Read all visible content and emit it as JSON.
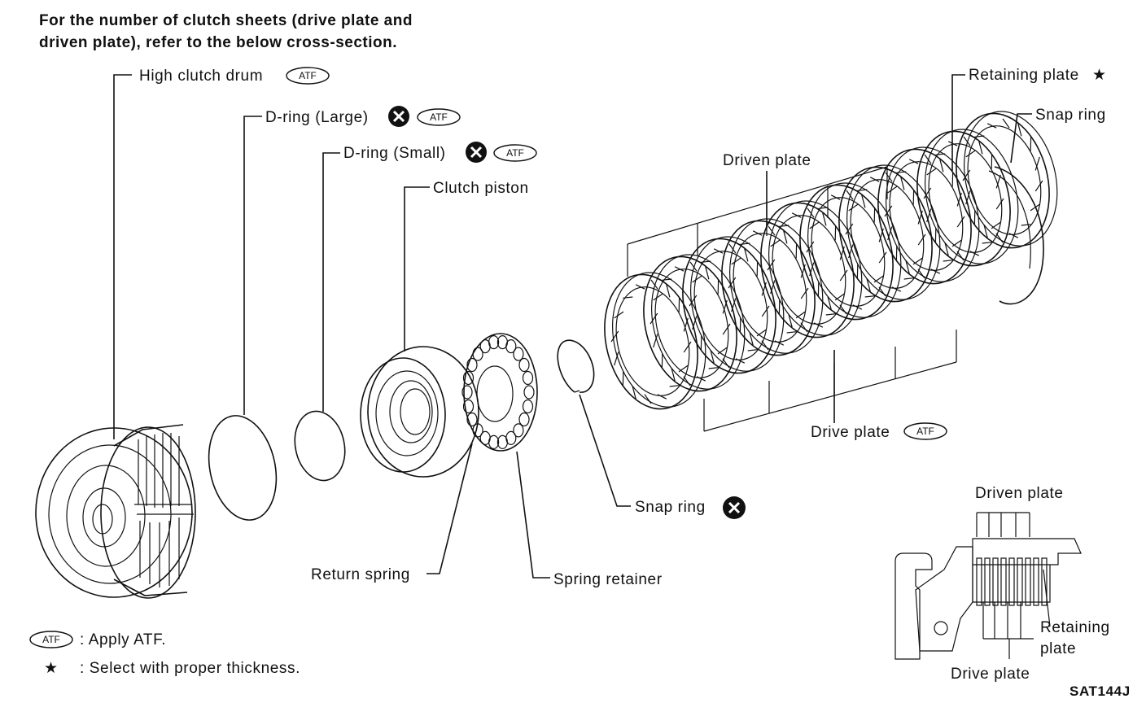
{
  "intro_line1": "For the number of clutch sheets (drive plate and",
  "intro_line2": "driven plate), refer to the below cross-section.",
  "labels": {
    "high_clutch_drum": "High clutch drum",
    "d_ring_large": "D-ring (Large)",
    "d_ring_small": "D-ring (Small)",
    "clutch_piston": "Clutch piston",
    "return_spring": "Return spring",
    "spring_retainer": "Spring retainer",
    "snap_ring_front": "Snap ring",
    "driven_plate": "Driven plate",
    "drive_plate": "Drive plate",
    "retaining_plate": "Retaining plate",
    "snap_ring_rear": "Snap ring"
  },
  "atf_badge_text": "ATF",
  "star_glyph": "★",
  "cross_section": {
    "driven_plate": "Driven plate",
    "drive_plate": "Drive plate",
    "retaining_line1": "Retaining",
    "retaining_line2": "plate"
  },
  "legend": {
    "atf_text": ": Apply ATF.",
    "star_text": ": Select with proper thickness."
  },
  "figure_code": "SAT144J",
  "icons": {
    "atf": "atf-oval-icon",
    "replace": "circled-x-icon",
    "select": "star-icon"
  }
}
